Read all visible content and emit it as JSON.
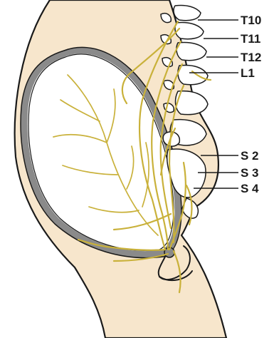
{
  "labels": {
    "t10": "T10",
    "t11": "T11",
    "t12": "T12",
    "l1": "L1",
    "s2": "S 2",
    "s3": "S 3",
    "s4": "S 4"
  },
  "colors": {
    "body_fill": "#f7e6cc",
    "uterus_fill": "#ffffff",
    "uterus_wall": "#8a8a8a",
    "nerve": "#c9b13a",
    "outline": "#1a1a1a"
  }
}
